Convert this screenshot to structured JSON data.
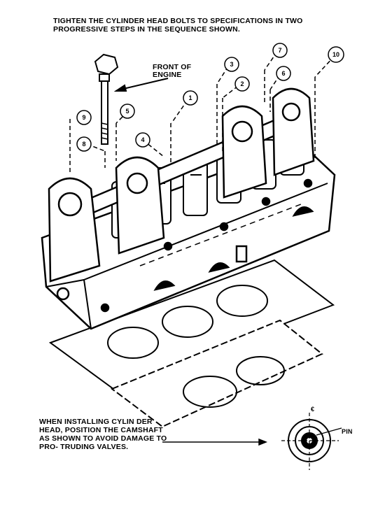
{
  "instructions": {
    "intro": "TIGHTEN THE CYLINDER HEAD BOLTS TO SPECIFICATIONS IN TWO PROGRESSIVE STEPS IN THE SEQUENCE SHOWN.",
    "front_of_engine": "FRONT OF ENGINE",
    "installing_note": "WHEN INSTALLING CYLIN DER HEAD, POSITION THE CAMSHAFT AS SHOWN TO AVOID DAMAGE TO PRO- TRUDING VALVES."
  },
  "detail": {
    "pin_label": "PIN",
    "centerline_mark": "€"
  },
  "callouts": [
    "1",
    "2",
    "3",
    "4",
    "5",
    "6",
    "7",
    "8",
    "9",
    "10"
  ]
}
